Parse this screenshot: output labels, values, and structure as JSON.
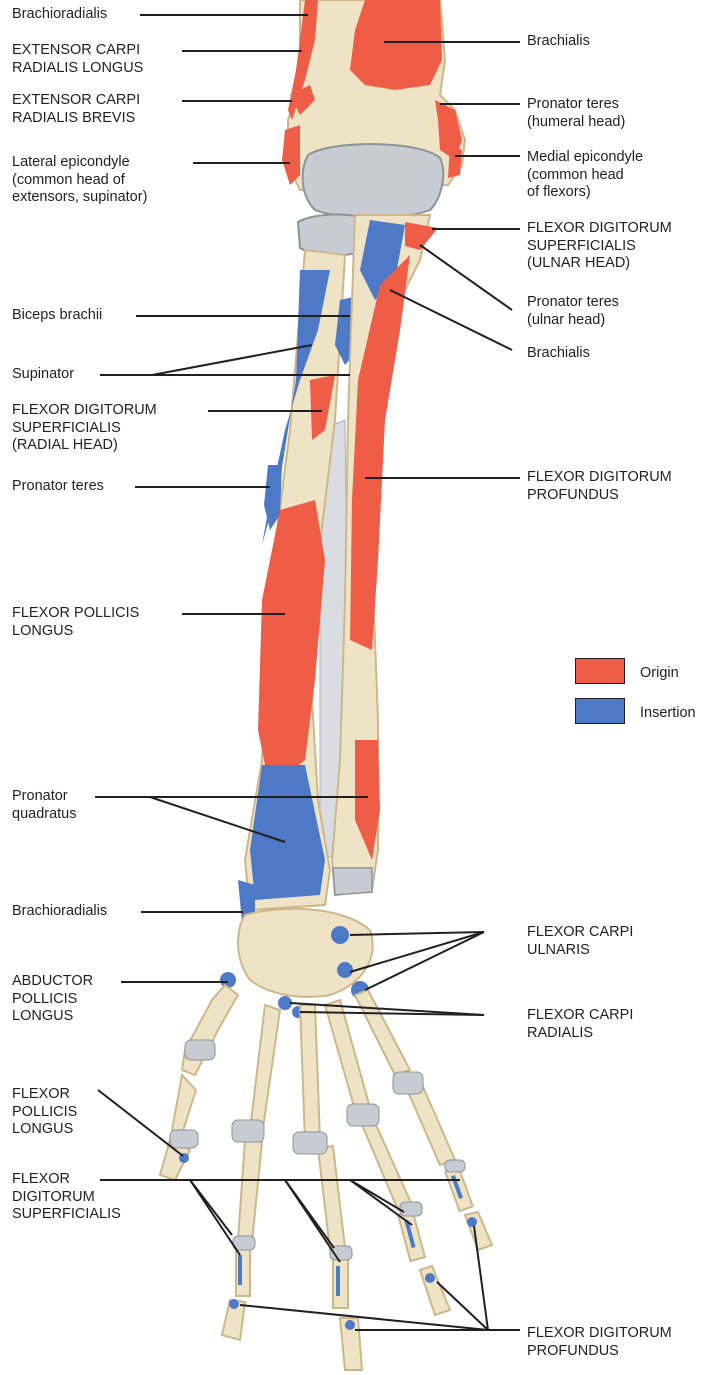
{
  "legend": {
    "origin_label": "Origin",
    "origin_color": "#ef5d47",
    "insertion_label": "Insertion",
    "insertion_color": "#4d79c6"
  },
  "colors": {
    "bone": "#efe3c6",
    "bone_shadow": "#cdb78a",
    "cartilage": "#c7ccd3",
    "membrane": "#d9dde2",
    "leader": "#231f20"
  },
  "labels": {
    "brachioradialis_top": "Brachioradialis",
    "ecrl": "EXTENSOR CARPI\nRADIALIS LONGUS",
    "ecrb": "EXTENSOR CARPI\nRADIALIS BREVIS",
    "lateral_epicondyle": "Lateral epicondyle\n(common head of\nextensors, supinator)",
    "biceps": "Biceps brachii",
    "supinator": "Supinator",
    "fds_radial": "FLEXOR DIGITORUM\nSUPERFICIALIS\n(RADIAL HEAD)",
    "pronator_teres_left": "Pronator teres",
    "fpl_forearm": "FLEXOR POLLICIS\nLONGUS",
    "pronator_quadratus": "Pronator\nquadratus",
    "brachioradialis_bottom": "Brachioradialis",
    "apl": "ABDUCTOR\nPOLLICIS\nLONGUS",
    "fpl_thumb": "FLEXOR\nPOLLICIS\nLONGUS",
    "fds_fingers": "FLEXOR\nDIGITORUM\nSUPERFICIALIS",
    "brachialis_top": "Brachialis",
    "pronator_teres_humeral": "Pronator teres\n(humeral head)",
    "medial_epicondyle": "Medial epicondyle\n(common head\nof flexors)",
    "fds_ulnar": "FLEXOR DIGITORUM\nSUPERFICIALIS\n(ULNAR HEAD)",
    "pronator_teres_ulnar": "Pronator teres\n(ulnar head)",
    "brachialis_bottom": "Brachialis",
    "fdp_forearm": "FLEXOR DIGITORUM\nPROFUNDUS",
    "fcu": "FLEXOR CARPI\nULNARIS",
    "fcr": "FLEXOR CARPI\nRADIALIS",
    "fdp_fingers": "FLEXOR DIGITORUM\nPROFUNDUS"
  }
}
